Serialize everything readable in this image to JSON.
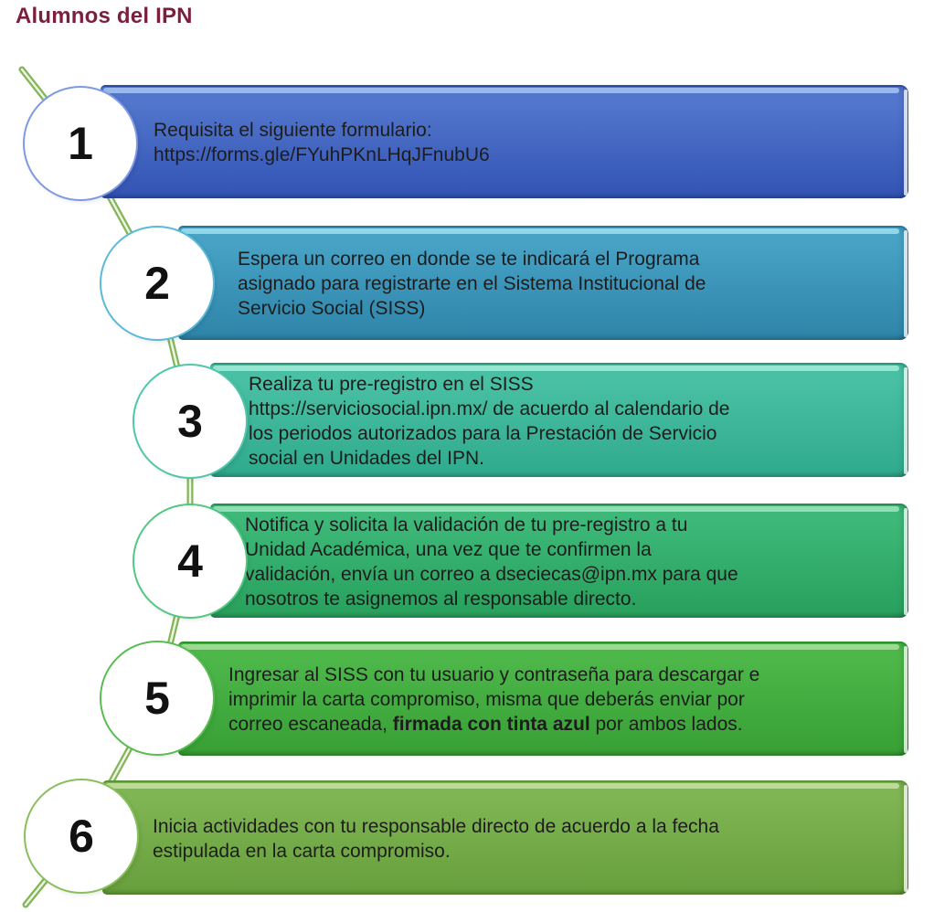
{
  "page": {
    "title": "Alumnos del IPN",
    "title_color": "#7a1f3e",
    "background_color": "#ffffff"
  },
  "stem": {
    "outline_color": "#83b558",
    "inner_color": "#eef5e3"
  },
  "steps": [
    {
      "number": "1",
      "lines": [
        "Requisita el siguiente formulario:",
        "https://forms.gle/FYuhPKnLHqJFnubU6"
      ],
      "colors": {
        "highlight": "#a6c6f0",
        "body_top": "#5276cc",
        "body_bottom": "#3253b4",
        "edge": "#2b4aa6",
        "circle": "#7d9ae2"
      }
    },
    {
      "number": "2",
      "lines": [
        "Espera un correo en donde se te indicará el Programa",
        "asignado para registrarte en el Sistema Institucional de",
        "Servicio Social (SISS)"
      ],
      "colors": {
        "highlight": "#9fe0f2",
        "body_top": "#47a2c5",
        "body_bottom": "#2d84a8",
        "edge": "#237a9e",
        "circle": "#5cb9d8"
      }
    },
    {
      "number": "3",
      "lines": [
        "Realiza tu pre-registro en el SISS",
        "https://serviciosocial.ipn.mx/ de acuerdo al calendario de",
        "los periodos autorizados para la Prestación de Servicio",
        "social en Unidades del IPN."
      ],
      "colors": {
        "highlight": "#a4ecd9",
        "body_top": "#49c0a4",
        "body_bottom": "#2fa98c",
        "edge": "#26997e",
        "circle": "#50c6ab"
      }
    },
    {
      "number": "4",
      "lines": [
        "Notifica y solicita la validación de tu pre-registro a tu",
        "Unidad Académica, una vez que te confirmen la",
        "validación, envía un correo a dseciecas@ipn.mx para que",
        "nosotros te asignemos al responsable directo."
      ],
      "colors": {
        "highlight": "#9ce5bd",
        "body_top": "#3db878",
        "body_bottom": "#28a05c",
        "edge": "#219253",
        "circle": "#52c882"
      }
    },
    {
      "number": "5",
      "lines": [
        "Ingresar al SISS con tu usuario y contraseña para descargar e",
        "imprimir la carta compromiso, misma que deberás enviar por"
      ],
      "line3": {
        "pre": "correo escaneada, ",
        "bold": "firmada con tinta azul",
        "post": " por ambos lados."
      },
      "colors": {
        "highlight": "#abdf9f",
        "body_top": "#4db74a",
        "body_bottom": "#379f34",
        "edge": "#2f9230",
        "circle": "#5abd52"
      }
    },
    {
      "number": "6",
      "lines": [
        "Inicia actividades con tu responsable directo de acuerdo a la fecha",
        "estipulada en la carta compromiso."
      ],
      "colors": {
        "highlight": "#c8e2a4",
        "body_top": "#7fb553",
        "body_bottom": "#679f3c",
        "edge": "#5d9437",
        "circle": "#8abf5e"
      }
    }
  ]
}
